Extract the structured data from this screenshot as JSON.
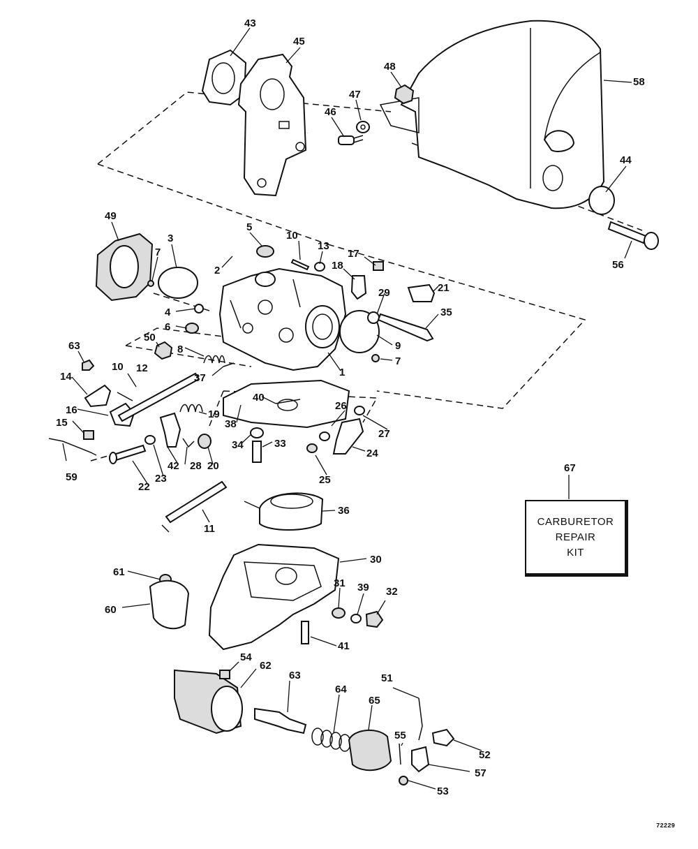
{
  "kit": {
    "number": "67",
    "line1": "CARBURETOR",
    "line2": "REPAIR",
    "line3": "KIT"
  },
  "drawing_number": "72229",
  "callouts": [
    "1",
    "2",
    "3",
    "4",
    "5",
    "6",
    "7",
    "7",
    "8",
    "9",
    "10",
    "10",
    "11",
    "12",
    "13",
    "14",
    "15",
    "16",
    "17",
    "18",
    "19",
    "20",
    "21",
    "22",
    "23",
    "24",
    "25",
    "26",
    "27",
    "28",
    "29",
    "30",
    "31",
    "32",
    "33",
    "34",
    "35",
    "36",
    "37",
    "38",
    "39",
    "40",
    "41",
    "42",
    "43",
    "44",
    "45",
    "46",
    "47",
    "48",
    "49",
    "50",
    "51",
    "52",
    "53",
    "54",
    "55",
    "56",
    "57",
    "58",
    "59",
    "60",
    "61",
    "62",
    "63",
    "64",
    "65"
  ]
}
